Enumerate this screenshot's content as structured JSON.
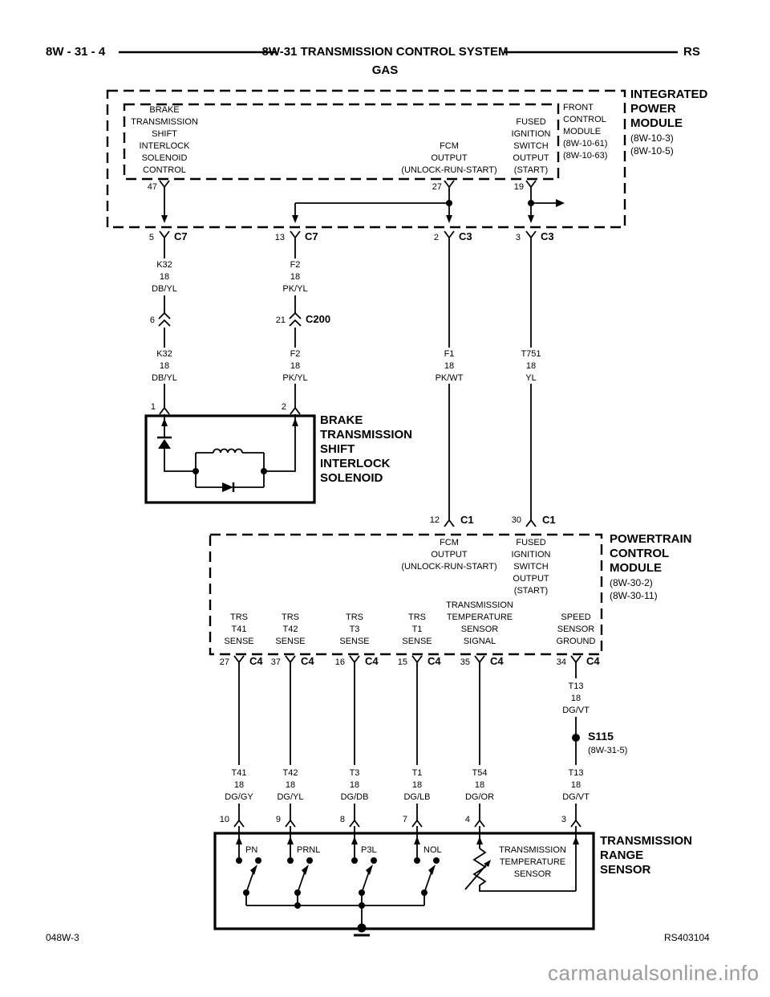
{
  "header": {
    "page_ref": "8W - 31 - 4",
    "title": "8W-31 TRANSMISSION CONTROL SYSTEM",
    "subtitle": "GAS",
    "corner": "RS"
  },
  "modules": {
    "ipm": {
      "name": "INTEGRATED\nPOWER\nMODULE",
      "refs": "(8W-10-3)\n(8W-10-5)"
    },
    "fcm": {
      "name": "FRONT\nCONTROL\nMODULE",
      "refs": "(8W-10-61)\n(8W-10-63)"
    },
    "pcm": {
      "name": "POWERTRAIN\nCONTROL\nMODULE",
      "refs": "(8W-30-2)\n(8W-30-11)"
    },
    "btsi": {
      "name": "BRAKE\nTRANSMISSION\nSHIFT\nINTERLOCK\nSOLENOID"
    },
    "trs": {
      "name": "TRANSMISSION\nRANGE\nSENSOR"
    }
  },
  "fcm_pins": [
    {
      "num": "47",
      "label": "BRAKE\nTRANSMISSION\nSHIFT\nINTERLOCK\nSOLENOID\nCONTROL"
    },
    {
      "num": "27",
      "label": "FCM\nOUTPUT\n(UNLOCK-RUN-START)"
    },
    {
      "num": "19",
      "label": "FUSED\nIGNITION\nSWITCH\nOUTPUT\n(START)"
    }
  ],
  "conn_row1": [
    {
      "pin": "5",
      "name": "C7"
    },
    {
      "pin": "13",
      "name": "C7"
    },
    {
      "pin": "2",
      "name": "C3"
    },
    {
      "pin": "3",
      "name": "C3"
    }
  ],
  "wires_upper": [
    {
      "label": "K32\n18\nDB/YL"
    },
    {
      "label": "F2\n18\nPK/YL"
    }
  ],
  "inline_conns": [
    {
      "pin": "6",
      "name": ""
    },
    {
      "pin": "21",
      "name": "C200"
    }
  ],
  "wires_mid": [
    {
      "label": "K32\n18\nDB/YL"
    },
    {
      "label": "F2\n18\nPK/YL"
    },
    {
      "label": "F1\n18\nPK/WT"
    },
    {
      "label": "T751\n18\nYL"
    }
  ],
  "btsi_pins": [
    {
      "num": "1"
    },
    {
      "num": "2"
    }
  ],
  "pcm_c1": [
    {
      "pin": "12",
      "name": "C1",
      "label": "FCM\nOUTPUT\n(UNLOCK-RUN-START)"
    },
    {
      "pin": "30",
      "name": "C1",
      "label": "FUSED\nIGNITION\nSWITCH\nOUTPUT\n(START)"
    }
  ],
  "pcm_c4": [
    {
      "pin": "27",
      "name": "C4",
      "label": "TRS\nT41\nSENSE"
    },
    {
      "pin": "37",
      "name": "C4",
      "label": "TRS\nT42\nSENSE"
    },
    {
      "pin": "16",
      "name": "C4",
      "label": "TRS\nT3\nSENSE"
    },
    {
      "pin": "15",
      "name": "C4",
      "label": "TRS\nT1\nSENSE"
    },
    {
      "pin": "35",
      "name": "C4",
      "label": "TRANSMISSION\nTEMPERATURE\nSENSOR\nSIGNAL"
    },
    {
      "pin": "34",
      "name": "C4",
      "label": "SPEED\nSENSOR\nGROUND"
    }
  ],
  "splice": {
    "name": "S115",
    "ref": "(8W-31-5)",
    "wire_above": "T13\n18\nDG/VT"
  },
  "wires_lower": [
    {
      "label": "T41\n18\nDG/GY"
    },
    {
      "label": "T42\n18\nDG/YL"
    },
    {
      "label": "T3\n18\nDG/DB"
    },
    {
      "label": "T1\n18\nDG/LB"
    },
    {
      "label": "T54\n18\nDG/OR"
    },
    {
      "label": "T13\n18\nDG/VT"
    }
  ],
  "trs_pins": [
    {
      "num": "10",
      "switch": "PN"
    },
    {
      "num": "9",
      "switch": "PRNL"
    },
    {
      "num": "8",
      "switch": "P3L"
    },
    {
      "num": "7",
      "switch": "NOL"
    },
    {
      "num": "4",
      "switch": ""
    },
    {
      "num": "3",
      "switch": ""
    }
  ],
  "temp_sensor_label": "TRANSMISSION\nTEMPERATURE\nSENSOR",
  "footer": {
    "left": "048W-3",
    "right": "RS403104",
    "watermark": "carmanualsonline.info"
  },
  "colors": {
    "line": "#000000",
    "watermark": "#9b9b9b",
    "background": "#ffffff"
  }
}
